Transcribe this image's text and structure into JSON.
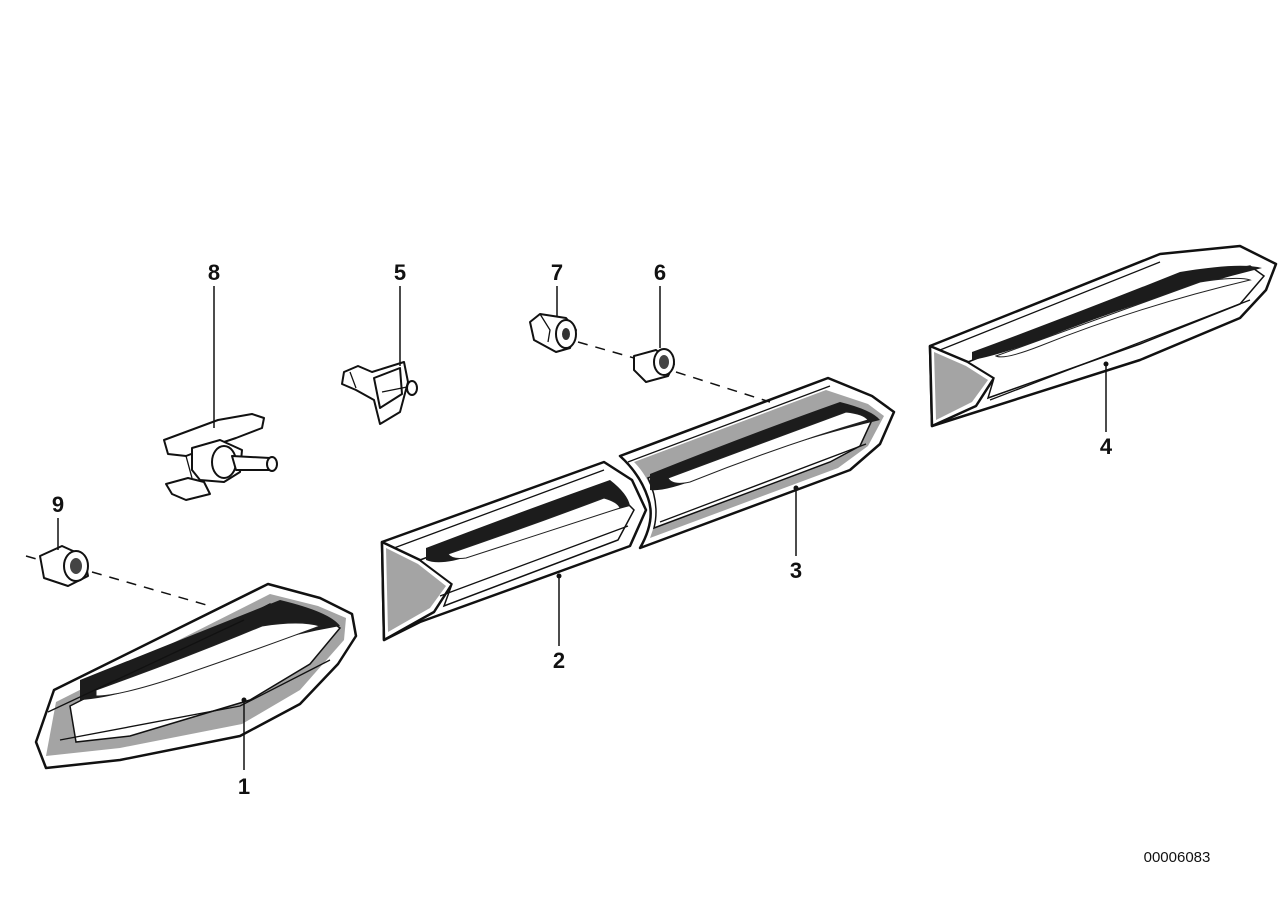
{
  "callouts": [
    {
      "id": "1",
      "label": "1"
    },
    {
      "id": "2",
      "label": "2"
    },
    {
      "id": "3",
      "label": "3"
    },
    {
      "id": "4",
      "label": "4"
    },
    {
      "id": "5",
      "label": "5"
    },
    {
      "id": "6",
      "label": "6"
    },
    {
      "id": "7",
      "label": "7"
    },
    {
      "id": "8",
      "label": "8"
    },
    {
      "id": "9",
      "label": "9"
    }
  ],
  "document_number": "00006083"
}
